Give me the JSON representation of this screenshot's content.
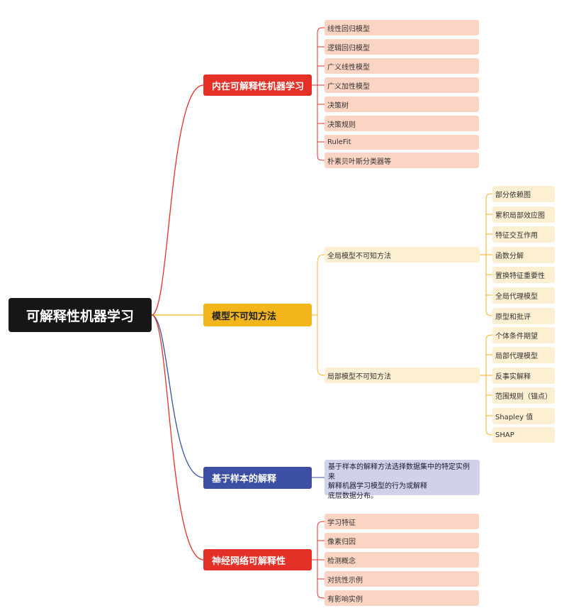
{
  "root": {
    "label": "可解释性机器学习"
  },
  "colors": {
    "red": "#e43026",
    "yellow": "#f2b61c",
    "blue": "#3c4fa4",
    "salmon": "#fbd4c3",
    "cream": "#fcefd2",
    "note": "#cfd2ea"
  },
  "branches": [
    {
      "label": "内在可解释性机器学习",
      "children": [
        "线性回归模型",
        "逻辑回归模型",
        "广义线性模型",
        "广义加性模型",
        "决策树",
        "决策规则",
        "RuleFit",
        "朴素贝叶斯分类器等"
      ]
    },
    {
      "label": "模型不可知方法",
      "groups": [
        {
          "label": "全局模型不可知方法",
          "children": [
            "部分依赖图",
            "累积局部效应图",
            "特征交互作用",
            "函数分解",
            "置换特征重要性",
            "全局代理模型",
            "原型和批评"
          ]
        },
        {
          "label": "局部模型不可知方法",
          "children": [
            "个体条件期望",
            "局部代理模型",
            "反事实解释",
            "范围规则（锚点）",
            "Shapley 值",
            "SHAP"
          ]
        }
      ]
    },
    {
      "label": "基于样本的解释",
      "note": [
        "基于样本的解释方法选择数据集中的特定实例来",
        "解释机器学习模型的行为或解释",
        "底层数据分布。"
      ]
    },
    {
      "label": "神经网络可解释性",
      "children": [
        "学习特征",
        "像素归因",
        "检测概念",
        "对抗性示例",
        "有影响实例"
      ]
    }
  ]
}
